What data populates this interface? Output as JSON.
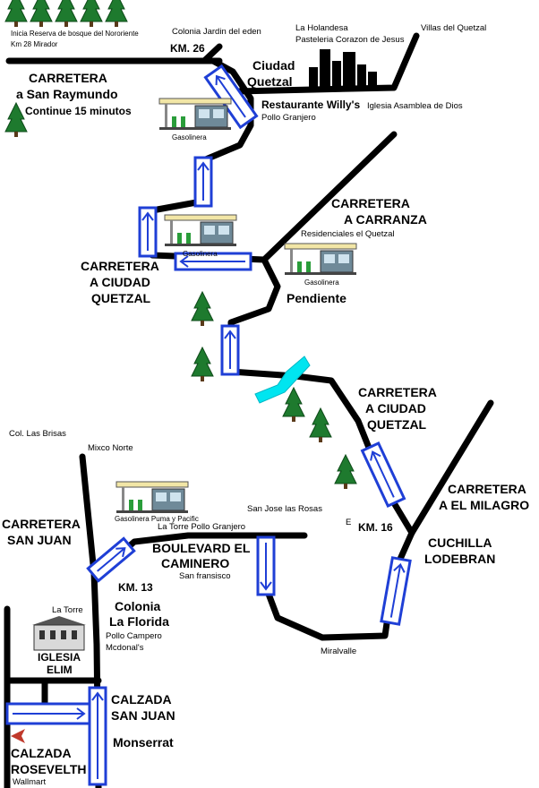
{
  "labels": {
    "forest_reserve": "Inicia Reserva de bosque del  Nororiente",
    "km28": "Km 28 Mirador",
    "colonia_jardin": "Colonia Jardin del eden",
    "km26": "KM. 26",
    "la_holandesa": "La Holandesa",
    "pasteleria": "Pasteleria Corazon de Jesus",
    "villas": "Villas del Quetzal",
    "carretera_raymundo_1": "CARRETERA",
    "carretera_raymundo_2": "a San Raymundo",
    "continue": "Continue 15 minutos",
    "ciudad_1": "Ciudad",
    "ciudad_2": "Quetzal",
    "restaurante": "Restaurante Willy's",
    "pollo_granjero_top": "Pollo Granjero",
    "iglesia_asamblea": "Iglesia Asamblea de Dios",
    "gasolinera": "Gasolinera",
    "carretera_carranza_1": "CARRETERA",
    "carretera_carranza_2": "A CARRANZA",
    "residenciales": "Residenciales el Quetzal",
    "carretera_cq_left_1": "CARRETERA",
    "carretera_cq_left_2": "A CIUDAD",
    "carretera_cq_left_3": "QUETZAL",
    "pendiente": "Pendiente",
    "carretera_cq_right_1": "CARRETERA",
    "carretera_cq_right_2": "A CIUDAD",
    "carretera_cq_right_3": "QUETZAL",
    "col_brisas": "Col. Las Brisas",
    "mixco_norte": "Mixco Norte",
    "gasolinera_puma": "Gasolinera Puma y Pacific",
    "carretera_milagro_1": "CARRETERA",
    "carretera_milagro_2": "A EL MILAGRO",
    "san_jose": "San Jose las Rosas",
    "e_mark": "E",
    "km16": "KM. 16",
    "carretera_sj_1": "CARRETERA",
    "carretera_sj_2": "SAN JUAN",
    "la_torre_pollo": "La  Torre  Pollo Granjero",
    "boulevard_1": "BOULEVARD EL",
    "boulevard_2": "CAMINERO",
    "san_fransisco": "San fransisco",
    "cuchilla_1": "CUCHILLA",
    "cuchilla_2": "LODEBRAN",
    "km13": "KM. 13",
    "colonia_1": "Colonia",
    "colonia_2": "La Florida",
    "pollo_campero": "Pollo Campero",
    "mcdonals": "Mcdonal's",
    "la_torre": "La Torre",
    "iglesia_1": "IGLESIA",
    "iglesia_2": "ELIM",
    "miralvalle": "Miralvalle",
    "calzada_sj_1": "CALZADA",
    "calzada_sj_2": "SAN JUAN",
    "monserrat": "Monserrat",
    "calzada_r_1": "CALZADA",
    "calzada_r_2": "ROSEVELTH",
    "wallmart": "Wallmart"
  },
  "colors": {
    "road": "#000000",
    "arrow": "#1f3fd6",
    "river": "#00e5f0",
    "tree": "#1e7a2e",
    "tree_trunk": "#5a3a1a",
    "station_roof": "#f2e6a6",
    "station_body": "#6f8a99"
  },
  "icons": [
    "tree-icon",
    "gas-station-icon",
    "church-icon",
    "skyline-icon",
    "pointer-icon"
  ]
}
